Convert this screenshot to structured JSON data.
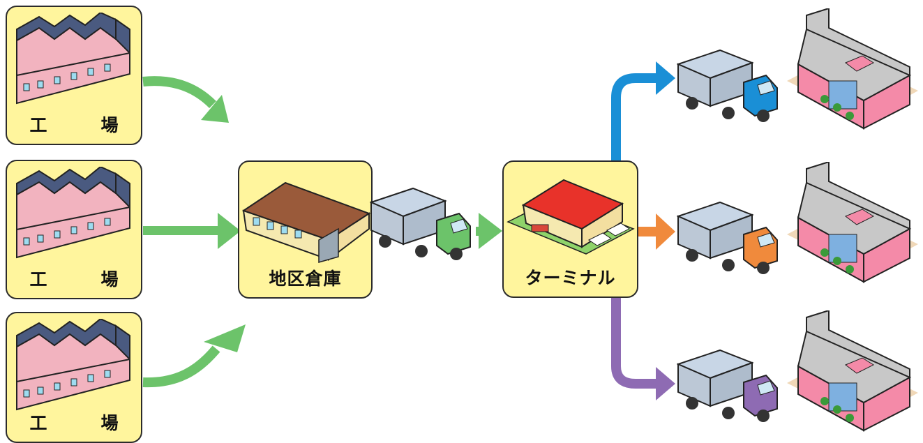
{
  "factories": [
    {
      "label": "工　場"
    },
    {
      "label": "工　場"
    },
    {
      "label": "工　場"
    }
  ],
  "warehouse": {
    "label": "地区倉庫"
  },
  "terminal": {
    "label": "ターミナル"
  },
  "colors": {
    "box_fill": "#fff59d",
    "green_arrow": "#6cc36a",
    "blue_arrow": "#1a8fd6",
    "orange_arrow": "#f08a3c",
    "purple_arrow": "#8e6bb3",
    "warehouse_truck_cab": "#6cc36a",
    "blue_truck_cab": "#1a8fd6",
    "orange_truck_cab": "#f08a3c",
    "purple_truck_cab": "#8e6bb3",
    "factory_wall": "#f2b3bf",
    "factory_roof": "#4a5a80",
    "store_wall": "#f48aa8",
    "store_roof": "#c8c8c8"
  }
}
